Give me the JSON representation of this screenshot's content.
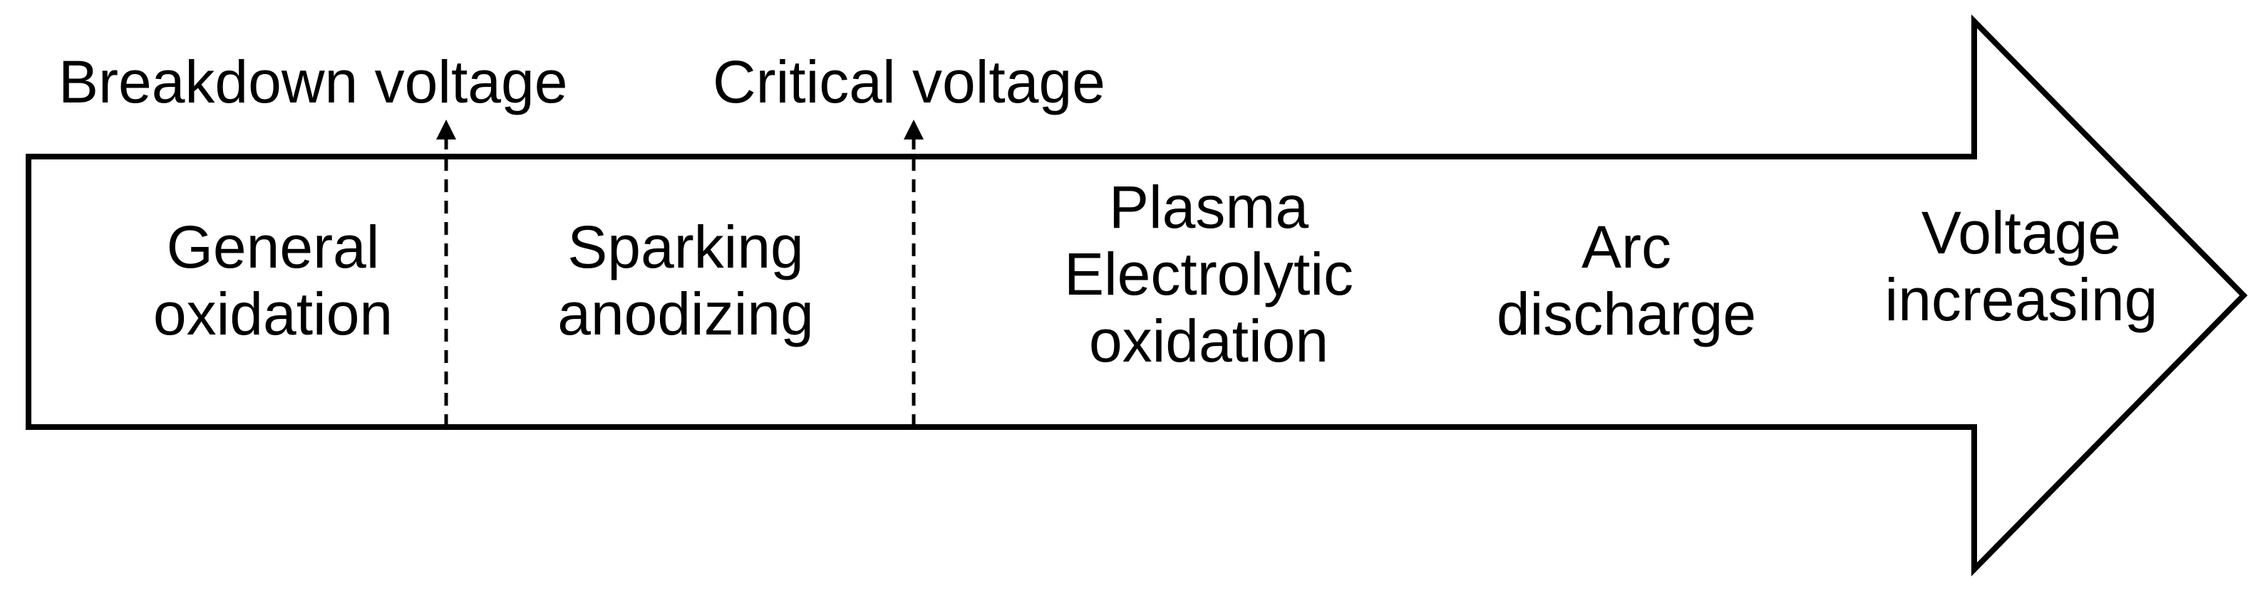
{
  "markers": {
    "breakdown_voltage": "Breakdown voltage",
    "critical_voltage": "Critical voltage"
  },
  "stages": {
    "general_oxidation": [
      "General",
      "oxidation"
    ],
    "sparking_anodizing": [
      "Sparking",
      "anodizing"
    ],
    "plasma_electrolytic_oxidation": [
      "Plasma",
      "Electrolytic",
      "oxidation"
    ],
    "arc_discharge": [
      "Arc",
      "discharge"
    ],
    "voltage_increasing": [
      "Voltage",
      "increasing"
    ]
  },
  "colors": {
    "stroke": "#000000",
    "fill": "#ffffff",
    "text": "#000000"
  }
}
